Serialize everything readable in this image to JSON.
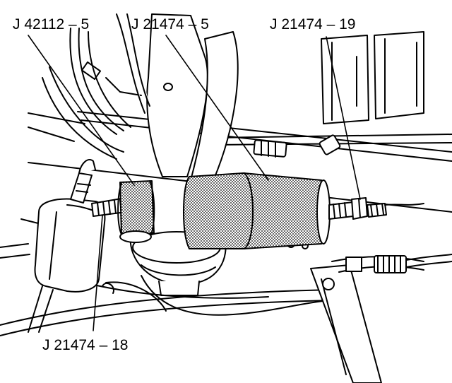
{
  "callouts": {
    "tool_1": "J 42112 – 5",
    "tool_2": "J 21474 – 5",
    "tool_3": "J 21474 – 19",
    "tool_4": "J 21474 – 18"
  },
  "colors": {
    "ink": "#000000",
    "paper": "#ffffff",
    "tool_fill": "#bdbdbd"
  }
}
